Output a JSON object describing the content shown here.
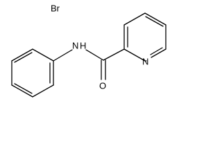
{
  "molecule": {
    "atoms": {
      "amide_nitrogen": "N",
      "amide_hydrogen": "H",
      "carbonyl_oxygen": "O",
      "pyridine_nitrogen": "N",
      "bromine": "Br"
    }
  }
}
